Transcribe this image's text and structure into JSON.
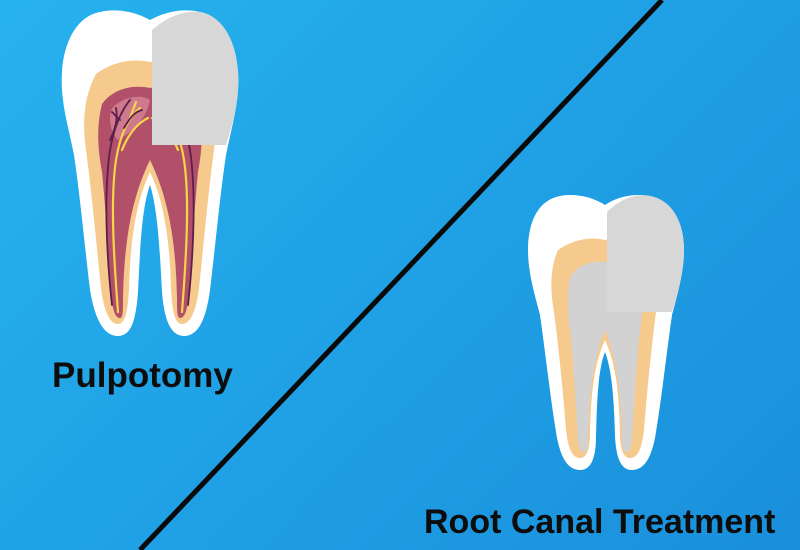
{
  "labels": {
    "left": "Pulpotomy",
    "right": "Root Canal Treatment"
  },
  "colors": {
    "background_top": "#26b2ee",
    "background_bottom": "#1a8fdb",
    "divider": "#0a0a0a",
    "enamel": "#ffffff",
    "dentin": "#f6c98c",
    "pulp": "#b2506a",
    "pulp_light": "#e79aa8",
    "nerve": "#f7d54a",
    "vessel": "#5a1f4c",
    "filling": "#d7d7d7",
    "filled_canal": "#d2d2d2"
  },
  "icons": [
    "tooth-cross-section-pulpotomy",
    "tooth-cross-section-root-canal"
  ]
}
